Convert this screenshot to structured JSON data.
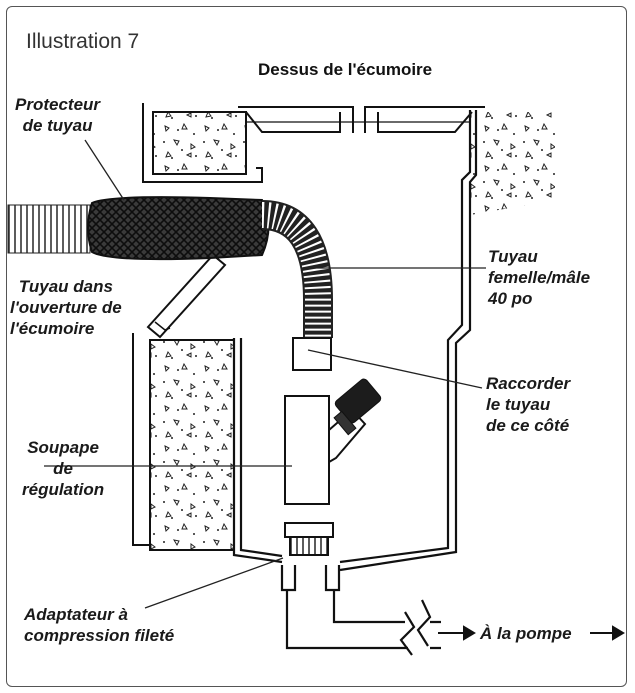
{
  "illustration_title": "Illustration 7",
  "top_title": "Dessus de l'écumoire",
  "labels": {
    "hose_protector": [
      "Protecteur",
      "de tuyau"
    ],
    "hose_in_opening": [
      "Tuyau dans",
      "l'ouverture de",
      "l'écumoire"
    ],
    "regulation_valve": [
      "Soupape",
      "de",
      "régulation"
    ],
    "threaded_adapter": [
      "Adaptateur à",
      "compression fileté"
    ],
    "hose_length": [
      "Tuyau",
      "femelle/mâle",
      "40 po"
    ],
    "connect_side": [
      "Raccorder",
      "le tuyau",
      "de ce côté"
    ],
    "to_pump": "À la pompe"
  },
  "colors": {
    "line": "#111111",
    "frame": "#555555",
    "text": "#1a1a1a"
  }
}
